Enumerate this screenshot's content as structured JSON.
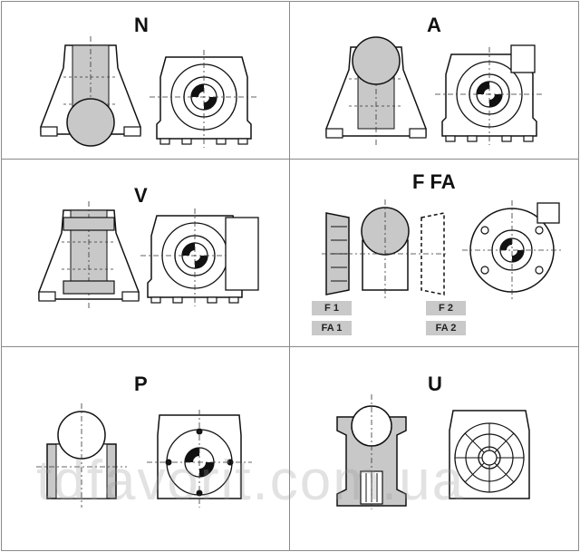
{
  "panels": [
    {
      "id": "N",
      "label": "N"
    },
    {
      "id": "A",
      "label": "A"
    },
    {
      "id": "V",
      "label": "V"
    },
    {
      "id": "FFA",
      "label": "F FA"
    },
    {
      "id": "P",
      "label": "P"
    },
    {
      "id": "U",
      "label": "U"
    }
  ],
  "flange_tags": [
    "F 1",
    "FA 1",
    "F 2",
    "FA 2"
  ],
  "watermark": "tdfavorit.com.ua",
  "colors": {
    "border": "#8a8a8a",
    "line": "#111111",
    "fill_gray": "#c8c8c8",
    "tag_bg": "#c9c9c9"
  }
}
